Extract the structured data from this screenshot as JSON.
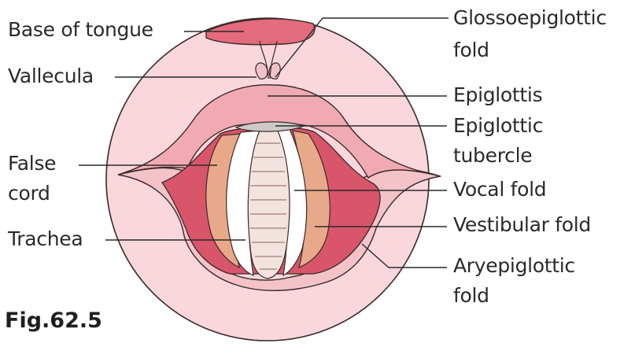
{
  "labels": {
    "base_of_tongue": "Base of tongue",
    "vallecula": "Vallecula",
    "false_cord_1": "False",
    "false_cord_2": "cord",
    "trachea": "Trachea",
    "glossoepiglottic_1": "Glossoepiglottic",
    "glossoepiglottic_2": "fold",
    "epiglottis": "Epiglottis",
    "epiglottic_tubercle_1": "Epiglottic",
    "epiglottic_tubercle_2": "tubercle",
    "vocal_fold": "Vocal fold",
    "vestibular_fold": "Vestibular fold",
    "aryepiglottic_1": "Aryepiglottic",
    "aryepiglottic_2": "fold"
  },
  "figure_label": "Fig.62.5",
  "colors": {
    "outer_circle": "#f9d7dc",
    "tongue": "#e46b7c",
    "epiglottis": "#f2aab2",
    "cavity": "#d9556a",
    "vestibular": "#e8a98a",
    "vocal": "#ffffff",
    "trachea_ring": "#f3e3de",
    "outline": "#3a2a2a"
  }
}
